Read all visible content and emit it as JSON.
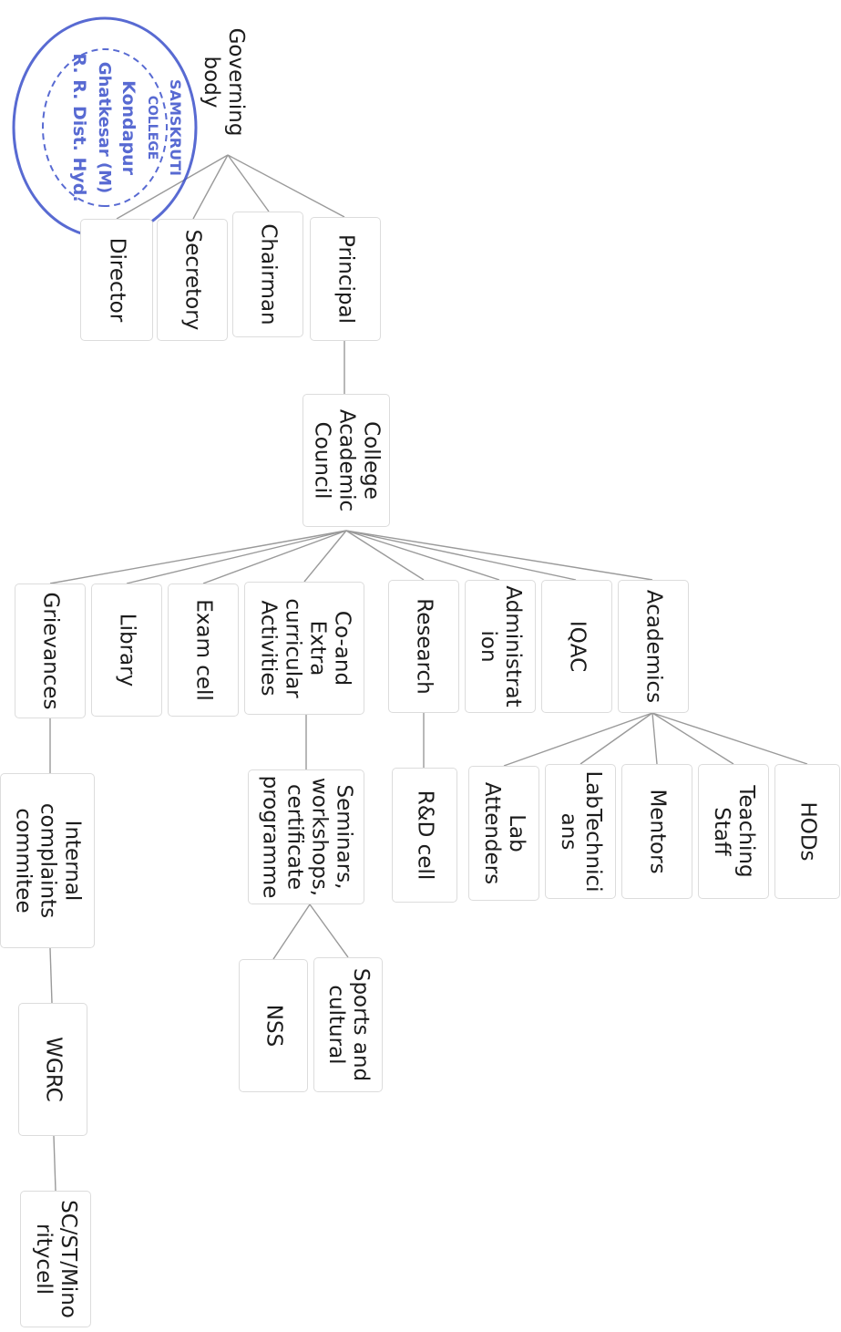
{
  "org_chart": {
    "governing_body": "Governing\nbody",
    "principal": "Principal",
    "chairman": "Chairman",
    "secretory": "Secretory",
    "director": "Director",
    "academic_council": "College\nAcademic\nCouncil",
    "academics": "Academics",
    "iqac": "IQAC",
    "administration": "Administrat\nion",
    "research": "Research",
    "co_extra": "Co-and\nExtra\ncurricular\nActivities",
    "exam_cell": "Exam cell",
    "library": "Library",
    "grievances": "Grievances",
    "hods": "HODs",
    "teaching_staff": "Teaching\nStaff",
    "mentors": "Mentors",
    "lab_technicians": "LabTechnici\nans",
    "lab_attenders": "Lab\nAttenders",
    "rd_cell": "R&D cell",
    "seminars": "Seminars,\nworkshops,\ncertificate\nprogramme",
    "sports": "Sports and\ncultural",
    "nss": "NSS",
    "internal_complaints": "Internal\ncomplaints\ncommitee",
    "wgrc": "WGRC",
    "sc_st": "SC/ST/Mino\nritycell"
  },
  "seal": {
    "lines": [
      "SAMSKRUTI",
      "COLLEGE",
      "Kondapur",
      "Ghatkesar (M)",
      "R. R. Dist. Hyd."
    ],
    "color": "#2f46c8"
  },
  "colors": {
    "connector": "#9a9a9a",
    "box_border": "#dcdcdc",
    "text": "#1c1c1c"
  }
}
